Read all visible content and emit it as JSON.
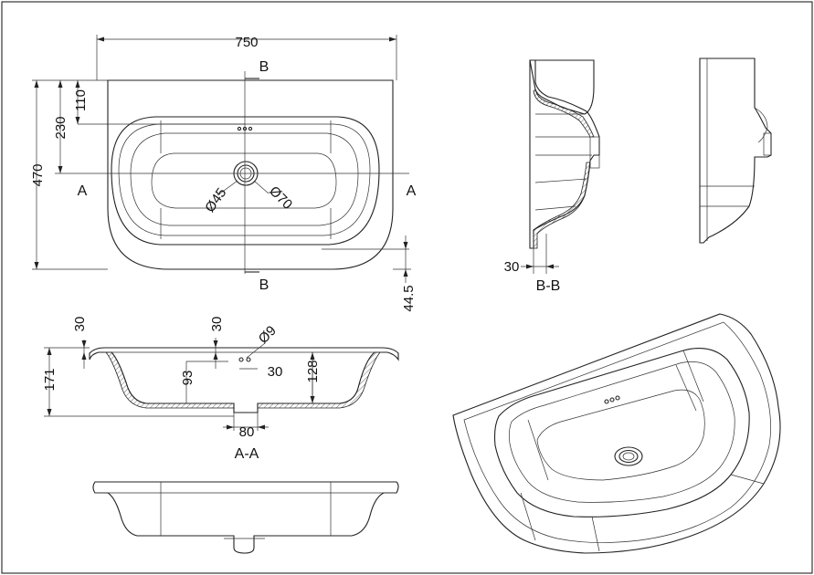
{
  "drawing": {
    "top_view": {
      "dim_width": "750",
      "dim_height": "470",
      "dim_230": "230",
      "dim_110": "110",
      "dim_44_5": "44.5",
      "hole_small": "Ø45",
      "hole_large": "Ø70",
      "section_a": "A",
      "section_b": "B"
    },
    "section_aa": {
      "title": "A-A",
      "dim_30_left": "30",
      "dim_30_mid": "30",
      "dim_171": "171",
      "dim_93": "93",
      "dim_128": "128",
      "dim_30_right": "30",
      "dim_9": "Ø9",
      "dim_80": "80"
    },
    "section_bb": {
      "title": "B-B",
      "dim_30": "30"
    }
  }
}
